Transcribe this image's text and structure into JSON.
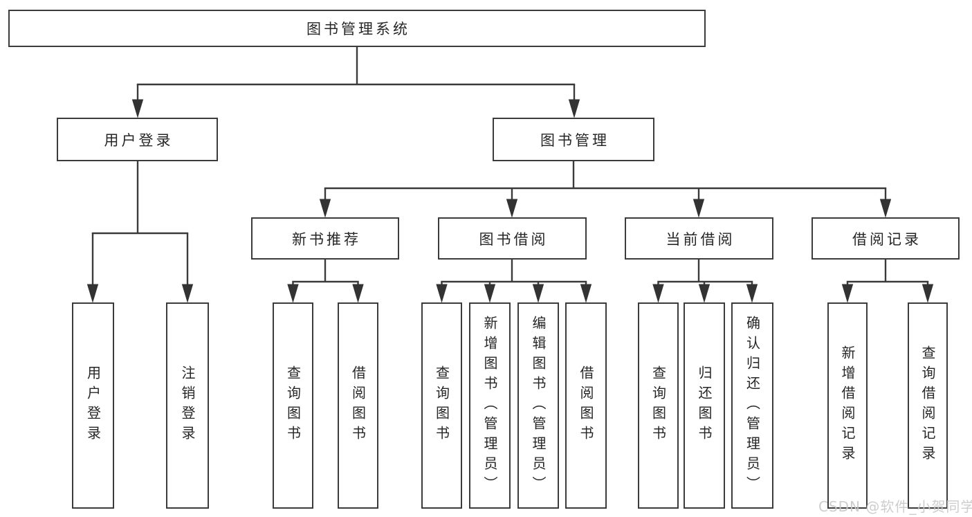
{
  "diagram": {
    "type": "hierarchy-tree",
    "colors": {
      "background": "#ffffff",
      "line": "#3a3a3a",
      "box_border": "#3b3b3b",
      "text": "#262626",
      "watermark": "#c9c9c9"
    },
    "tree": {
      "label": "图书管理系统",
      "children": [
        {
          "label": "用户登录",
          "children": [
            {
              "label": "用户登录"
            },
            {
              "label": "注销登录"
            }
          ]
        },
        {
          "label": "图书管理",
          "children": [
            {
              "label": "新书推荐",
              "children": [
                {
                  "label": "查询图书"
                },
                {
                  "label": "借阅图书"
                }
              ]
            },
            {
              "label": "图书借阅",
              "children": [
                {
                  "label": "查询图书"
                },
                {
                  "label": "新增图书（管理员）"
                },
                {
                  "label": "编辑图书（管理员）"
                },
                {
                  "label": "借阅图书"
                }
              ]
            },
            {
              "label": "当前借阅",
              "children": [
                {
                  "label": "查询图书"
                },
                {
                  "label": "归还图书"
                },
                {
                  "label": "确认归还（管理员）"
                }
              ]
            },
            {
              "label": "借阅记录",
              "children": [
                {
                  "label": "新增借阅记录"
                },
                {
                  "label": "查询借阅记录"
                }
              ]
            }
          ]
        }
      ]
    },
    "watermark": "CSDN @软件_小贺同学"
  }
}
